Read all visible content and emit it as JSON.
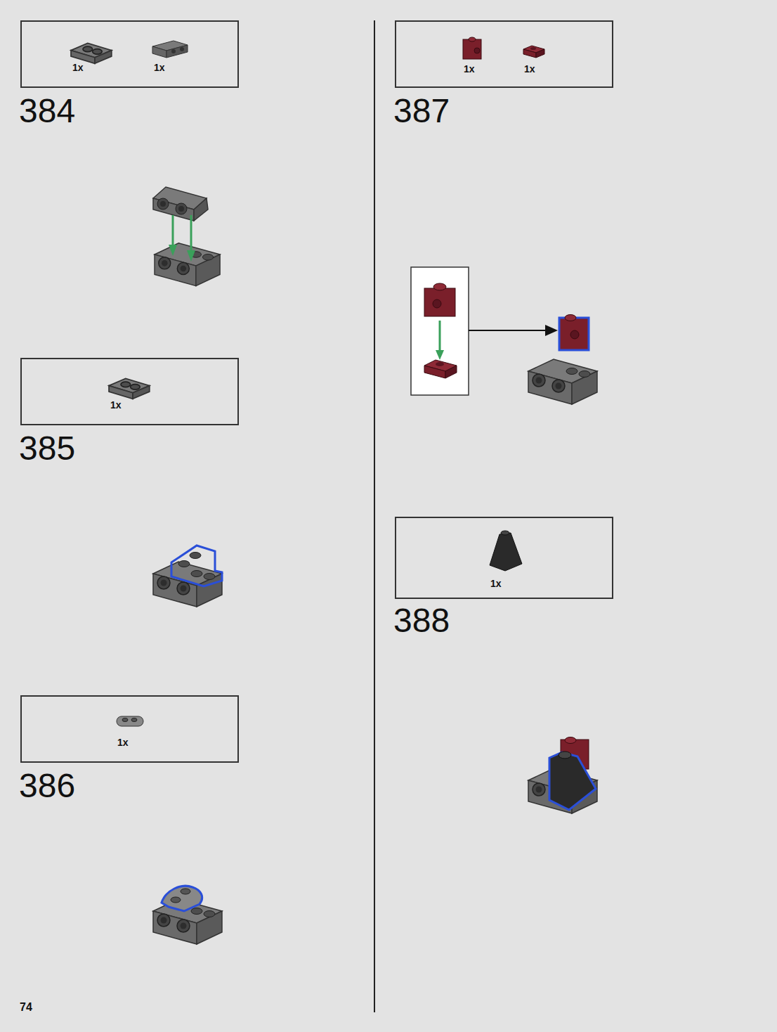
{
  "diagram": {
    "nodes": [
      {
        "text": [
          "1x",
          "1x"
        ]
      },
      {
        "text": [
          "1x"
        ]
      },
      {
        "text": [
          "1x"
        ]
      },
      {
        "text": [
          "1x",
          "1x"
        ]
      },
      {
        "text": [
          "1x"
        ]
      }
    ],
    "labels": [
      "384",
      "385",
      "386",
      "387",
      "388",
      "74"
    ]
  }
}
